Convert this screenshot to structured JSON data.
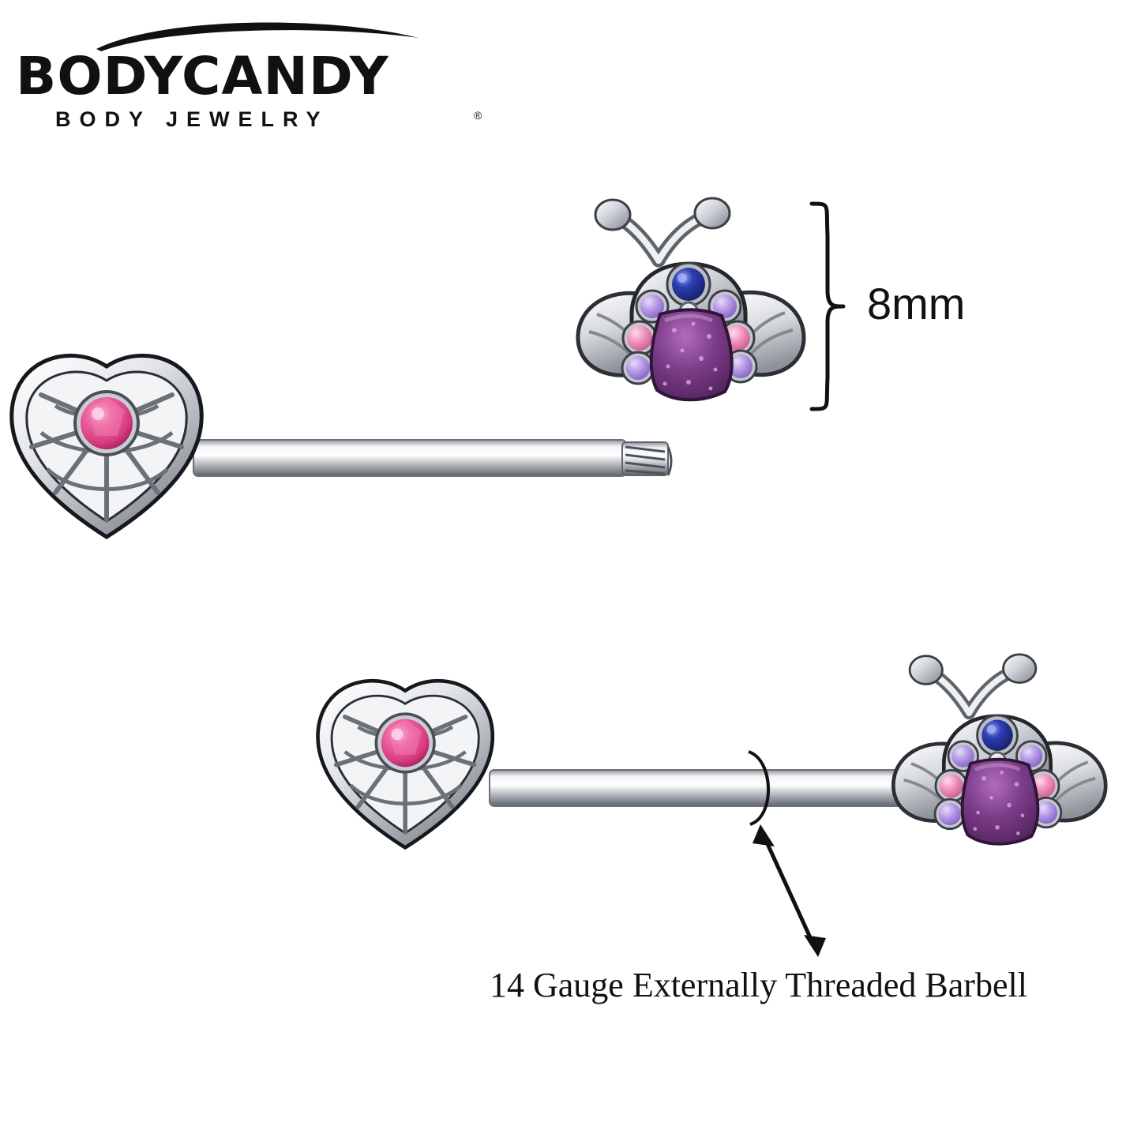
{
  "brand": {
    "name_top": "BODYCANDY",
    "name_sub": "BODY JEWELRY",
    "registered_mark": "®"
  },
  "annotations": {
    "length_label": "8mm",
    "gauge_label": "14 Gauge Externally Threaded Barbell"
  },
  "product": {
    "top_view": {
      "left_end": "heart-spiderweb-charm",
      "right_end": "threaded-barbell-tip",
      "detached_charm": "bee-charm"
    },
    "bottom_view": {
      "left_end": "heart-spiderweb-charm",
      "right_end": "bee-charm",
      "shaft": "straight-barbell"
    }
  },
  "colors": {
    "metal_light": "#ffffff",
    "metal_mid": "#c9ccd2",
    "metal_dark": "#70747b",
    "metal_shadow": "#3a3d42",
    "gem_pink": "#e8508f",
    "gem_pink_light": "#f49ec4",
    "gem_blue": "#2a3ca8",
    "gem_violet": "#a98fe0",
    "gem_lavender": "#c6a9e8",
    "body_purple_dark": "#5c2a63",
    "body_purple": "#7b3a86",
    "body_purple_light": "#a45fae",
    "outline": "#111111",
    "background": "#ffffff"
  }
}
